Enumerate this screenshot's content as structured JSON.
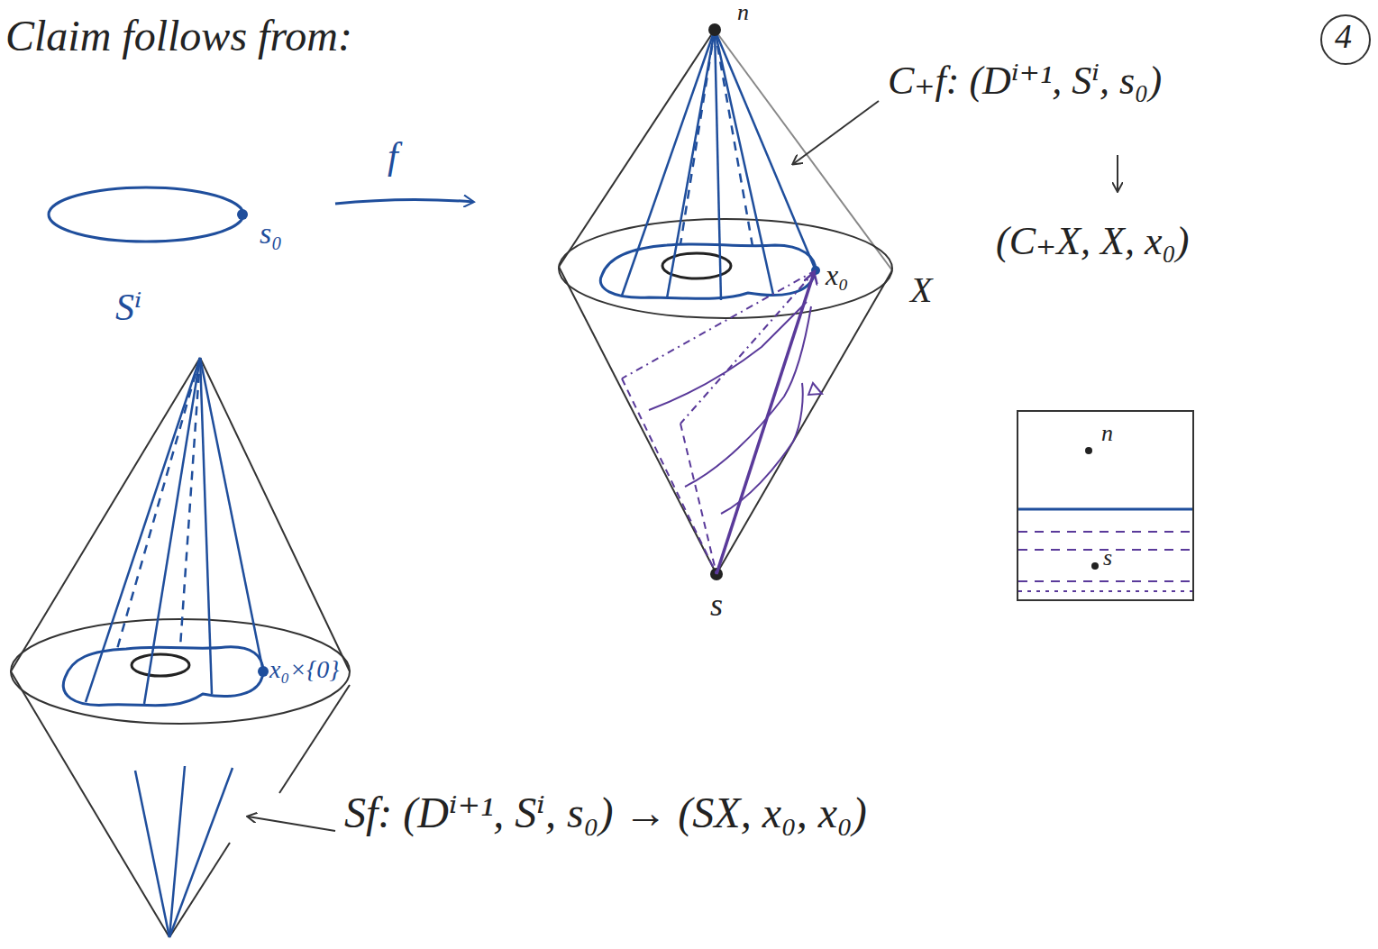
{
  "diagram": {
    "nodes": [
      {
        "text": [
          "n",
          "s"
        ]
      }
    ],
    "labels": [
      "Claim follows from:",
      "4",
      "f",
      "s₀",
      "Sⁱ",
      "n",
      "C₊f: (Dⁱ⁺¹, Sⁱ, s₀)",
      "(C₊X, X, x₀)",
      "x₀",
      "X",
      "s",
      "x₀×{0}",
      "Sf: (Dⁱ⁺¹, Sⁱ, s₀) → (SX, x₀, x₀)"
    ]
  }
}
